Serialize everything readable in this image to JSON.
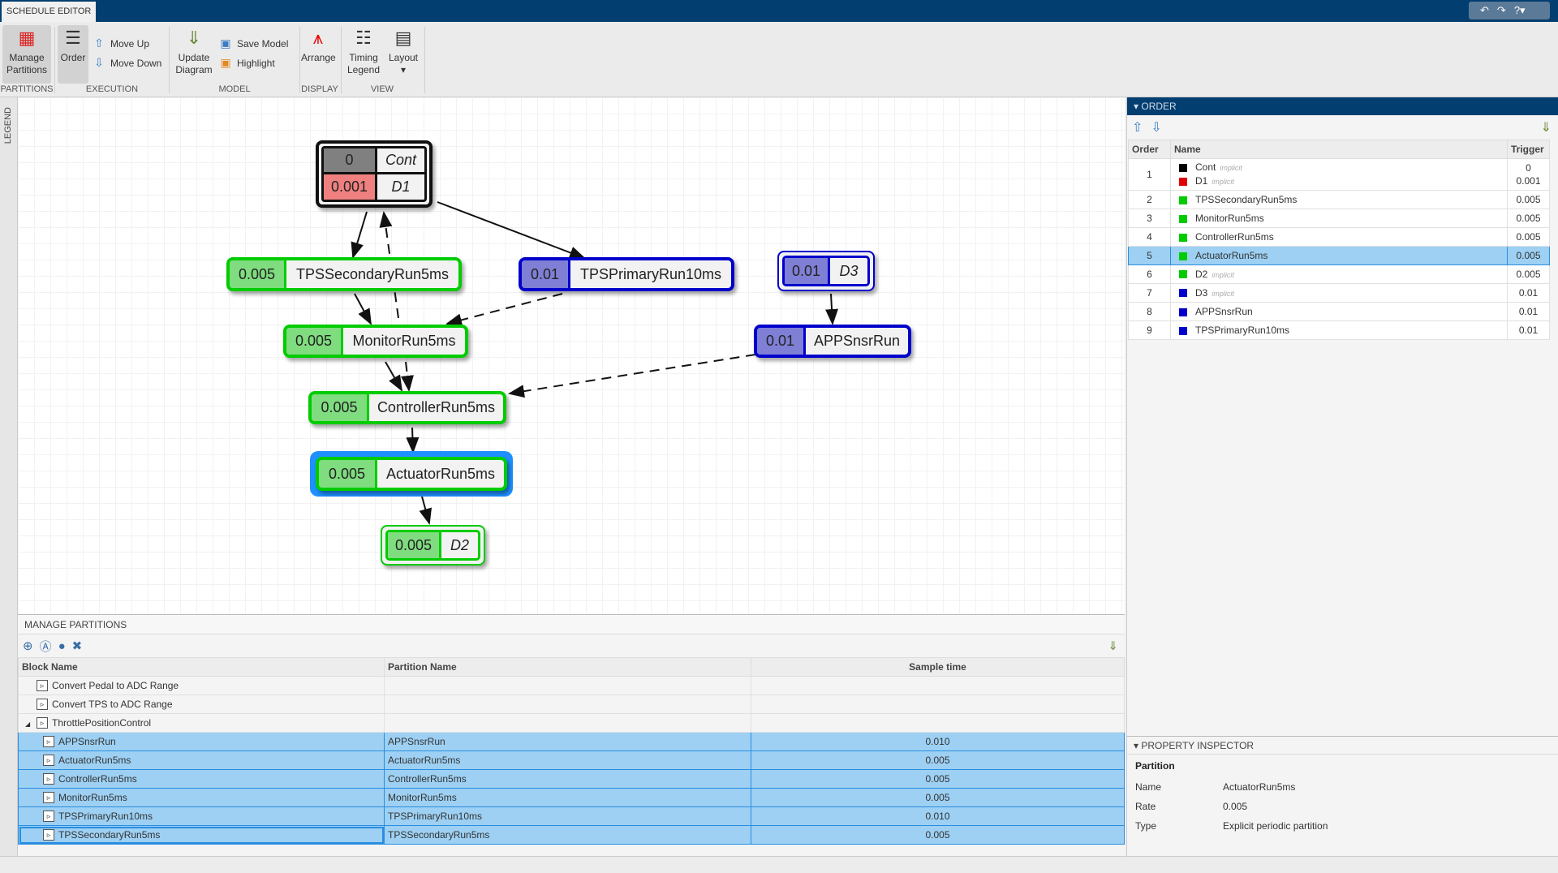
{
  "app": {
    "tab": "SCHEDULE EDITOR"
  },
  "toolstrip": {
    "manage_partitions": "Manage Partitions",
    "order": "Order",
    "move_up": "Move Up",
    "move_down": "Move Down",
    "update_diagram": "Update Diagram",
    "save_model": "Save Model",
    "highlight": "Highlight",
    "arrange": "Arrange",
    "timing_legend": "Timing Legend",
    "layout": "Layout",
    "groups": {
      "partitions": "PARTITIONS",
      "execution": "EXECUTION",
      "model": "MODEL",
      "display": "DISPLAY",
      "view": "VIEW"
    }
  },
  "legend_label": "LEGEND",
  "diagram": {
    "cont": {
      "rate": "0",
      "name": "Cont"
    },
    "d1": {
      "rate": "0.001",
      "name": "D1"
    },
    "tps_secondary": {
      "rate": "0.005",
      "name": "TPSSecondaryRun5ms"
    },
    "tps_primary": {
      "rate": "0.01",
      "name": "TPSPrimaryRun10ms"
    },
    "d3": {
      "rate": "0.01",
      "name": "D3"
    },
    "monitor": {
      "rate": "0.005",
      "name": "MonitorRun5ms"
    },
    "appsnsr": {
      "rate": "0.01",
      "name": "APPSnsrRun"
    },
    "controller": {
      "rate": "0.005",
      "name": "ControllerRun5ms"
    },
    "actuator": {
      "rate": "0.005",
      "name": "ActuatorRun5ms"
    },
    "d2": {
      "rate": "0.005",
      "name": "D2"
    }
  },
  "manage_partitions": {
    "title": "MANAGE PARTITIONS",
    "columns": [
      "Block Name",
      "Partition Name",
      "Sample time"
    ],
    "rows": [
      {
        "block": "Convert Pedal to ADC Range",
        "partition": "",
        "sample": "",
        "level": 0,
        "selected": false
      },
      {
        "block": "Convert TPS to ADC Range",
        "partition": "",
        "sample": "",
        "level": 0,
        "selected": false
      },
      {
        "block": "ThrottlePositionControl",
        "partition": "",
        "sample": "",
        "level": 0,
        "expanded": true,
        "selected": false
      },
      {
        "block": "APPSnsrRun",
        "partition": "APPSnsrRun",
        "sample": "0.010",
        "level": 1,
        "selected": true
      },
      {
        "block": "ActuatorRun5ms",
        "partition": "ActuatorRun5ms",
        "sample": "0.005",
        "level": 1,
        "selected": true
      },
      {
        "block": "ControllerRun5ms",
        "partition": "ControllerRun5ms",
        "sample": "0.005",
        "level": 1,
        "selected": true
      },
      {
        "block": "MonitorRun5ms",
        "partition": "MonitorRun5ms",
        "sample": "0.005",
        "level": 1,
        "selected": true
      },
      {
        "block": "TPSPrimaryRun10ms",
        "partition": "TPSPrimaryRun10ms",
        "sample": "0.010",
        "level": 1,
        "selected": true
      },
      {
        "block": "TPSSecondaryRun5ms",
        "partition": "TPSSecondaryRun5ms",
        "sample": "0.005",
        "level": 1,
        "selected": true
      }
    ]
  },
  "order": {
    "title": "ORDER",
    "columns": [
      "Order",
      "Name",
      "Trigger"
    ],
    "implicit_label": "implicit",
    "rows": [
      {
        "order": "1",
        "items": [
          {
            "name": "Cont",
            "color": "#000000",
            "implicit": true,
            "trigger": "0"
          },
          {
            "name": "D1",
            "color": "#e00000",
            "implicit": true,
            "trigger": "0.001"
          }
        ]
      },
      {
        "order": "2",
        "items": [
          {
            "name": "TPSSecondaryRun5ms",
            "color": "#00cc00",
            "trigger": "0.005"
          }
        ]
      },
      {
        "order": "3",
        "items": [
          {
            "name": "MonitorRun5ms",
            "color": "#00cc00",
            "trigger": "0.005"
          }
        ]
      },
      {
        "order": "4",
        "items": [
          {
            "name": "ControllerRun5ms",
            "color": "#00cc00",
            "trigger": "0.005"
          }
        ]
      },
      {
        "order": "5",
        "selected": true,
        "items": [
          {
            "name": "ActuatorRun5ms",
            "color": "#00cc00",
            "trigger": "0.005"
          }
        ]
      },
      {
        "order": "6",
        "items": [
          {
            "name": "D2",
            "color": "#00cc00",
            "implicit": true,
            "trigger": "0.005"
          }
        ]
      },
      {
        "order": "7",
        "items": [
          {
            "name": "D3",
            "color": "#0000cc",
            "implicit": true,
            "trigger": "0.01"
          }
        ]
      },
      {
        "order": "8",
        "items": [
          {
            "name": "APPSnsrRun",
            "color": "#0000cc",
            "trigger": "0.01"
          }
        ]
      },
      {
        "order": "9",
        "items": [
          {
            "name": "TPSPrimaryRun10ms",
            "color": "#0000cc",
            "trigger": "0.01"
          }
        ]
      }
    ]
  },
  "property_inspector": {
    "title": "PROPERTY INSPECTOR",
    "section": "Partition",
    "props": [
      {
        "key": "Name",
        "value": "ActuatorRun5ms"
      },
      {
        "key": "Rate",
        "value": "0.005"
      },
      {
        "key": "Type",
        "value": "Explicit periodic partition"
      }
    ]
  }
}
